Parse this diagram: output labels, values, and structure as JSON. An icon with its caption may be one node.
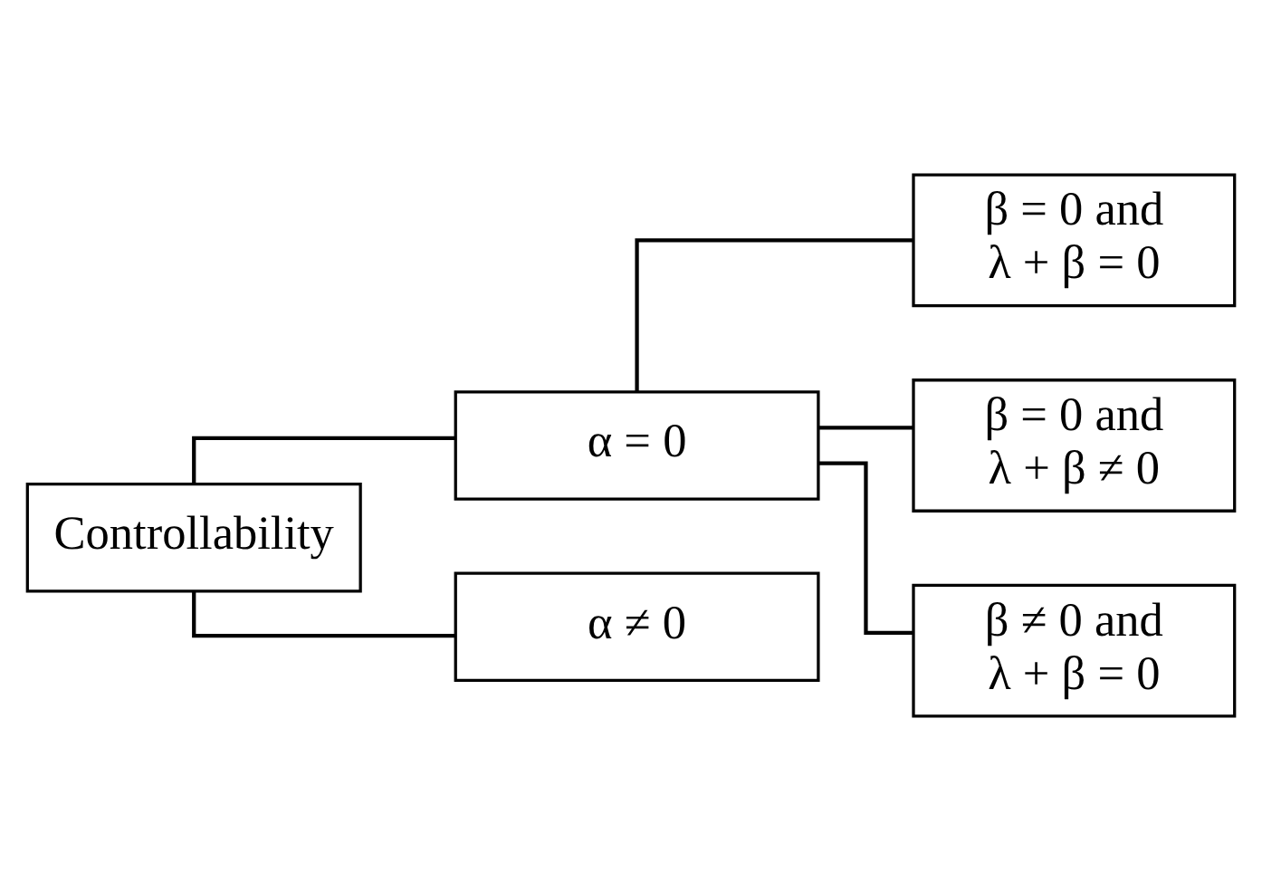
{
  "diagram": {
    "nodes": [
      {
        "text": [
          "Controllability"
        ]
      },
      {
        "text": [
          "α = 0"
        ]
      },
      {
        "text": [
          "α ≠ 0"
        ]
      },
      {
        "text": [
          "β = 0 and λ + β = 0"
        ]
      },
      {
        "text": [
          "β = 0 and λ + β ≠ 0"
        ]
      },
      {
        "text": [
          "β ≠ 0 and λ + β = 0"
        ]
      }
    ],
    "edges": [
      {
        "from": 0,
        "to": 1,
        "arrow": "none"
      },
      {
        "from": 0,
        "to": 2,
        "arrow": "none"
      },
      {
        "from": 1,
        "to": 3,
        "arrow": "none"
      },
      {
        "from": 1,
        "to": 4,
        "arrow": "none"
      },
      {
        "from": 1,
        "to": 5,
        "arrow": "none"
      }
    ]
  }
}
